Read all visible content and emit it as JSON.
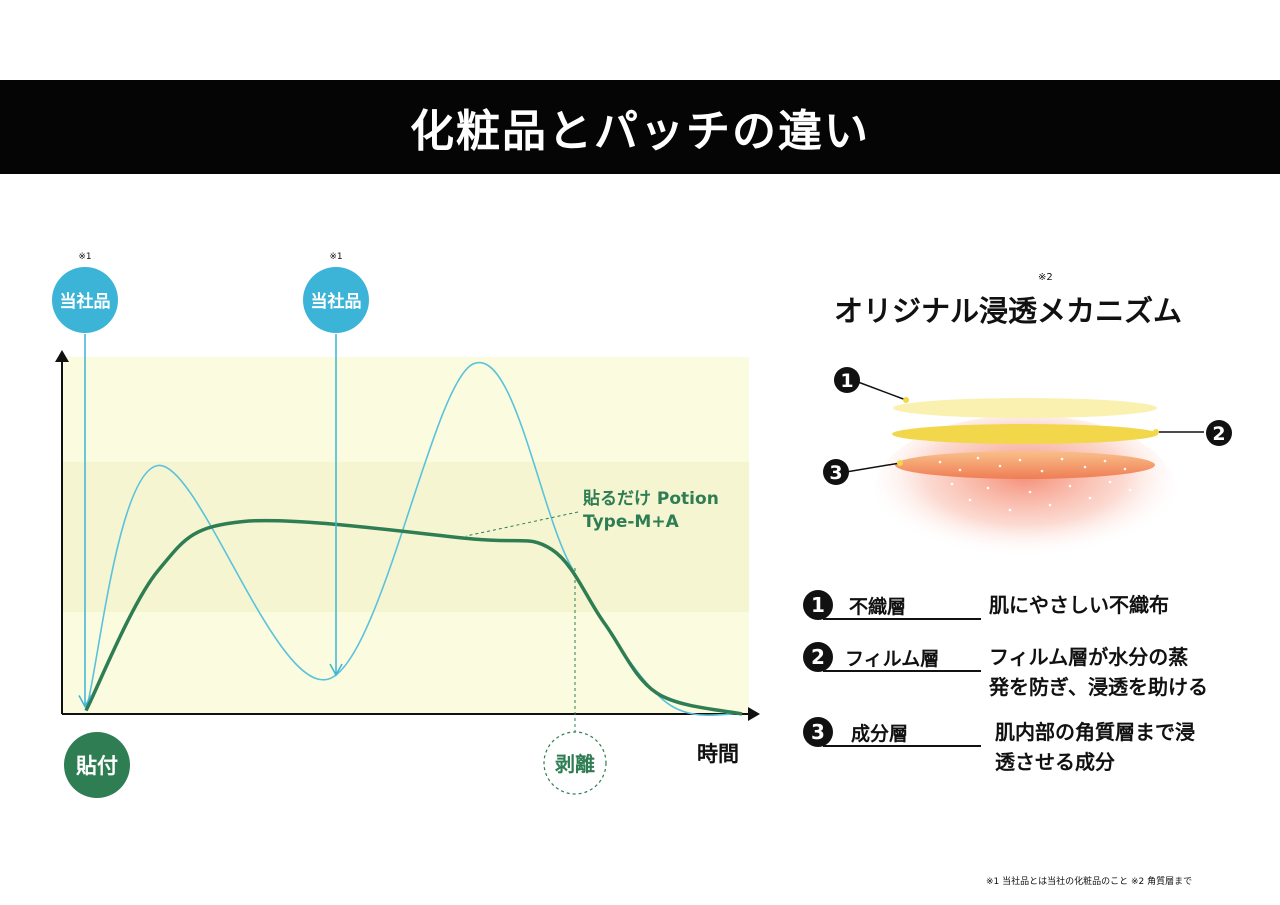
{
  "title": "化粧品とパッチの違い",
  "chart_data": {
    "type": "line",
    "x_axis_label": "時間",
    "markers": {
      "company_product_label": "当社品",
      "company_product_note": "※1",
      "apply_label": "貼付",
      "peel_label": "剥離"
    },
    "series": [
      {
        "name": "当社品",
        "color": "#5bc2dc",
        "points": [
          [
            0.0,
            0.01
          ],
          [
            0.11,
            0.71
          ],
          [
            0.37,
            0.1
          ],
          [
            0.59,
            1.0
          ],
          [
            0.74,
            0.42
          ],
          [
            0.88,
            0.04
          ],
          [
            1.0,
            0.0
          ]
        ]
      },
      {
        "name": "貼るだけ Potion Type-M+A",
        "name_line1": "貼るだけ Potion",
        "name_line2": "Type-M+A",
        "color": "#2f7d53",
        "points": [
          [
            0.0,
            0.01
          ],
          [
            0.11,
            0.41
          ],
          [
            0.24,
            0.55
          ],
          [
            0.59,
            0.5
          ],
          [
            0.71,
            0.47
          ],
          [
            0.79,
            0.26
          ],
          [
            0.87,
            0.06
          ],
          [
            1.0,
            0.0
          ]
        ]
      }
    ],
    "bands": "light-yellow"
  },
  "mechanism": {
    "title": "オリジナル浸透メカニズム",
    "title_note": "※2",
    "layers": [
      {
        "num": "1",
        "name": "不織層",
        "desc_lines": [
          "肌にやさしい不織布"
        ]
      },
      {
        "num": "2",
        "name": "フィルム層",
        "desc_lines": [
          "フィルム層が水分の蒸",
          "発を防ぎ、浸透を助ける"
        ]
      },
      {
        "num": "3",
        "name": "成分層",
        "desc_lines": [
          "肌内部の角質層まで浸",
          "透させる成分"
        ]
      }
    ]
  },
  "footnote": "※1 当社品とは当社の化粧品のこと ※2 角質層まで",
  "colors": {
    "blue": "#3bb4d8",
    "green": "#2f7d53",
    "band": "#fbfbe0",
    "band_dark": "#f5f5d2"
  }
}
